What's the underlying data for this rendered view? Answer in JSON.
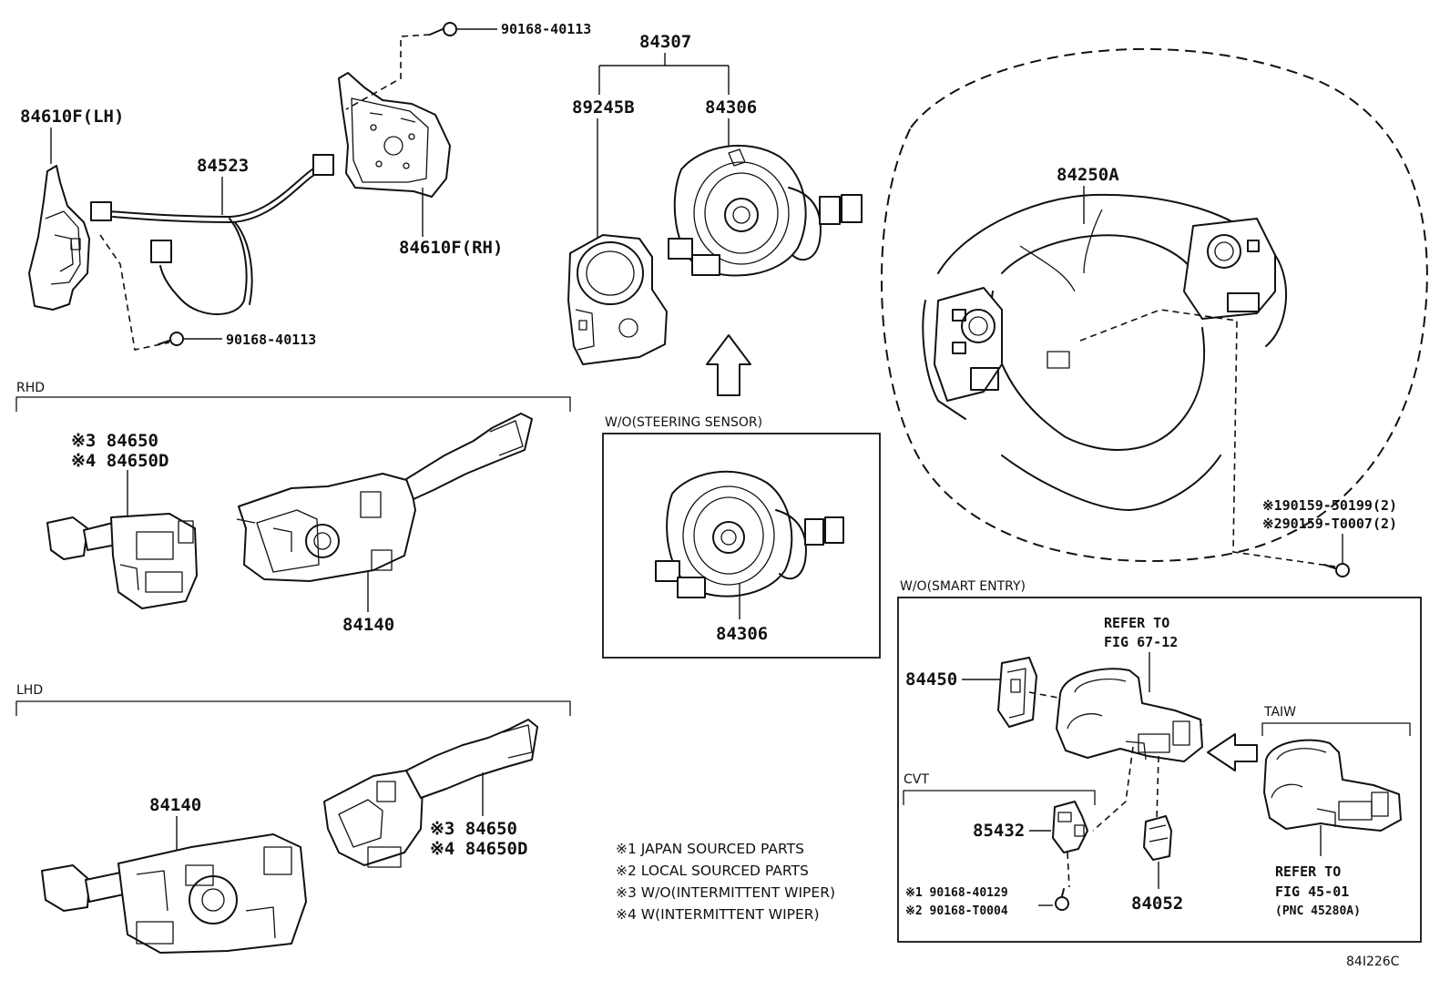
{
  "parts": {
    "p84610f_lh": "84610F(LH)",
    "p84610f_rh": "84610F(RH)",
    "p84523": "84523",
    "bolt_top": "90168-40113",
    "bolt_bottom": "90168-40113",
    "p84307": "84307",
    "p89245b": "89245B",
    "p84306_top": "84306",
    "p84306_box": "84306",
    "p84250a": "84250A",
    "screw_jp": "※190159-50199(2)",
    "screw_local": "※290159-T0007(2)",
    "rhd_84650": "※3 84650",
    "rhd_84650d": "※4 84650D",
    "rhd_84140": "84140",
    "lhd_84140": "84140",
    "lhd_84650": "※3 84650",
    "lhd_84650d": "※4 84650D",
    "p84450": "84450",
    "p85432": "85432",
    "p84052": "84052",
    "bolt_cvt_jp": "※1 90168-40129",
    "bolt_cvt_local": "※2 90168-T0004",
    "refer_67_line1": "REFER TO",
    "refer_67_line2": "FIG 67-12",
    "refer_45_line1": "REFER TO",
    "refer_45_line2": "FIG 45-01",
    "refer_45_line3": "(PNC 45280A)"
  },
  "sections": {
    "rhd": "RHD",
    "lhd": "LHD",
    "wo_steering_sensor": "W/O(STEERING SENSOR)",
    "wo_smart_entry": "W/O(SMART ENTRY)",
    "cvt": "CVT",
    "taiw": "TAIW"
  },
  "notes": [
    "※1 JAPAN SOURCED PARTS",
    "※2 LOCAL SOURCED PARTS",
    "※3 W/O(INTERMITTENT WIPER)",
    "※4 W(INTERMITTENT WIPER)"
  ],
  "diagram_id": "84I226C"
}
